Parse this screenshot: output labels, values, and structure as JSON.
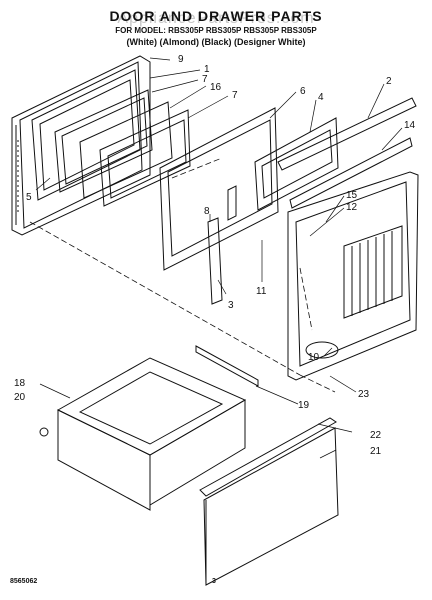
{
  "watermark": "AppliancePartsPros.com",
  "title": "DOOR AND DRAWER PARTS",
  "models": "FOR MODEL: RBS305P  RBS305P  RBS305P  RBS305P",
  "colors": "(White)   (Almond)   (Black)   (Designer White)",
  "doc_number": "8565062",
  "page_number": "3",
  "callouts": [
    "9",
    "1",
    "7",
    "16",
    "7",
    "6",
    "4",
    "2",
    "14",
    "5",
    "8",
    "15",
    "12",
    "11",
    "3",
    "10",
    "23",
    "18",
    "20",
    "19",
    "22",
    "21"
  ]
}
